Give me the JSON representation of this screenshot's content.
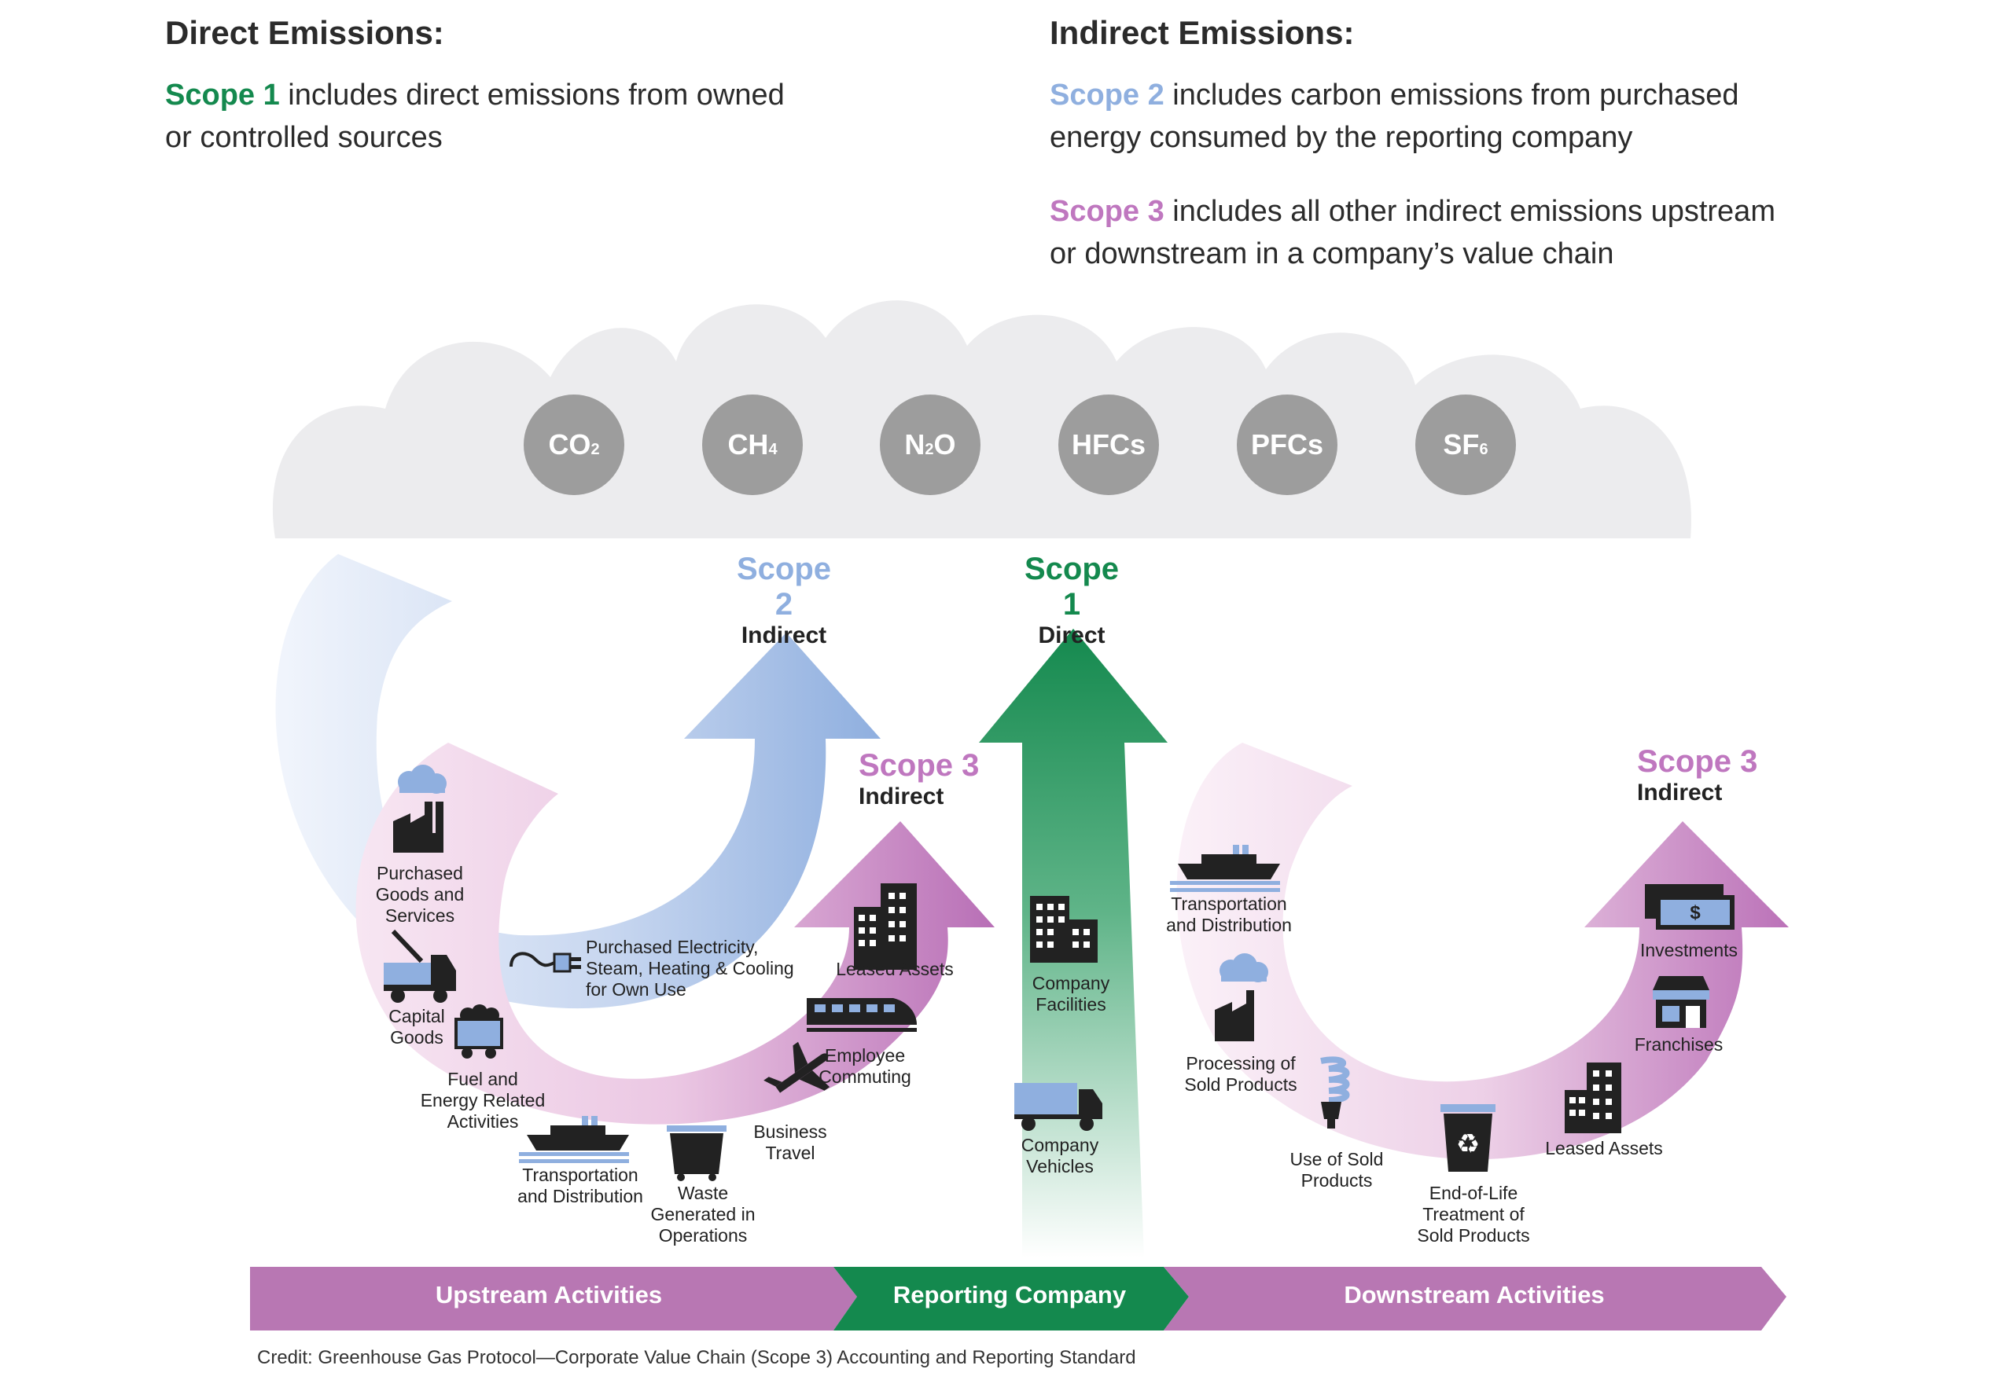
{
  "header": {
    "direct": {
      "title": "Direct Emissions:",
      "scope_label": "Scope 1",
      "text_line1": " includes direct emissions from owned",
      "text_line2": "or controlled sources"
    },
    "indirect": {
      "title": "Indirect Emissions:",
      "scope2_label": "Scope 2",
      "scope2_line1": " includes carbon emissions from purchased",
      "scope2_line2": "energy consumed by the reporting company",
      "scope3_label": "Scope 3",
      "scope3_line1": " includes all other indirect emissions upstream",
      "scope3_line2": "or downstream in a company’s value chain"
    }
  },
  "colors": {
    "scope1": "#14894e",
    "scope2": "#8fafdf",
    "scope3": "#bf77bf",
    "gas_circle": "#9d9d9d",
    "cloud": "#ececee",
    "bar_purple": "#b877b3",
    "bar_green": "#14894e"
  },
  "gases": [
    {
      "base": "CO",
      "sub": "2"
    },
    {
      "base": "CH",
      "sub": "4"
    },
    {
      "base": "N",
      "sub": "2",
      "tail": "O"
    },
    {
      "base": "HFCs",
      "sub": ""
    },
    {
      "base": "PFCs",
      "sub": ""
    },
    {
      "base": "SF",
      "sub": "6"
    }
  ],
  "scope_labels": {
    "scope2": {
      "title": "Scope 2",
      "subtitle": "Indirect"
    },
    "scope1": {
      "title": "Scope 1",
      "subtitle": "Direct"
    },
    "scope3_left": {
      "title": "Scope 3",
      "subtitle": "Indirect"
    },
    "scope3_right": {
      "title": "Scope 3",
      "subtitle": "Indirect"
    }
  },
  "upstream_items": {
    "purchased_goods": [
      "Purchased",
      "Goods and",
      "Services"
    ],
    "capital_goods": [
      "Capital",
      "Goods"
    ],
    "fuel_energy": [
      "Fuel and",
      "Energy Related",
      "Activities"
    ],
    "transport_up": [
      "Transportation",
      "and Distribution"
    ],
    "waste": [
      "Waste",
      "Generated in",
      "Operations"
    ],
    "business_travel": [
      "Business",
      "Travel"
    ],
    "employee_commuting": [
      "Employee",
      "Commuting"
    ],
    "leased_assets_up": [
      "Leased Assets"
    ],
    "purchased_electricity": [
      "Purchased Electricity,",
      "Steam, Heating & Cooling",
      "for Own Use"
    ]
  },
  "company_items": {
    "facilities": [
      "Company",
      "Facilities"
    ],
    "vehicles": [
      "Company",
      "Vehicles"
    ]
  },
  "downstream_items": {
    "transport_down": [
      "Transportation",
      "and Distribution"
    ],
    "processing": [
      "Processing of",
      "Sold Products"
    ],
    "use_sold": [
      "Use of Sold",
      "Products"
    ],
    "end_of_life": [
      "End-of-Life",
      "Treatment of",
      "Sold Products"
    ],
    "leased_assets_down": [
      "Leased Assets"
    ],
    "franchises": [
      "Franchises"
    ],
    "investments": [
      "Investments"
    ]
  },
  "bar": {
    "upstream": "Upstream Activities",
    "reporting": "Reporting Company",
    "downstream": "Downstream Activities"
  },
  "credit": "Credit: Greenhouse Gas Protocol—Corporate Value Chain (Scope 3) Accounting and Reporting Standard"
}
